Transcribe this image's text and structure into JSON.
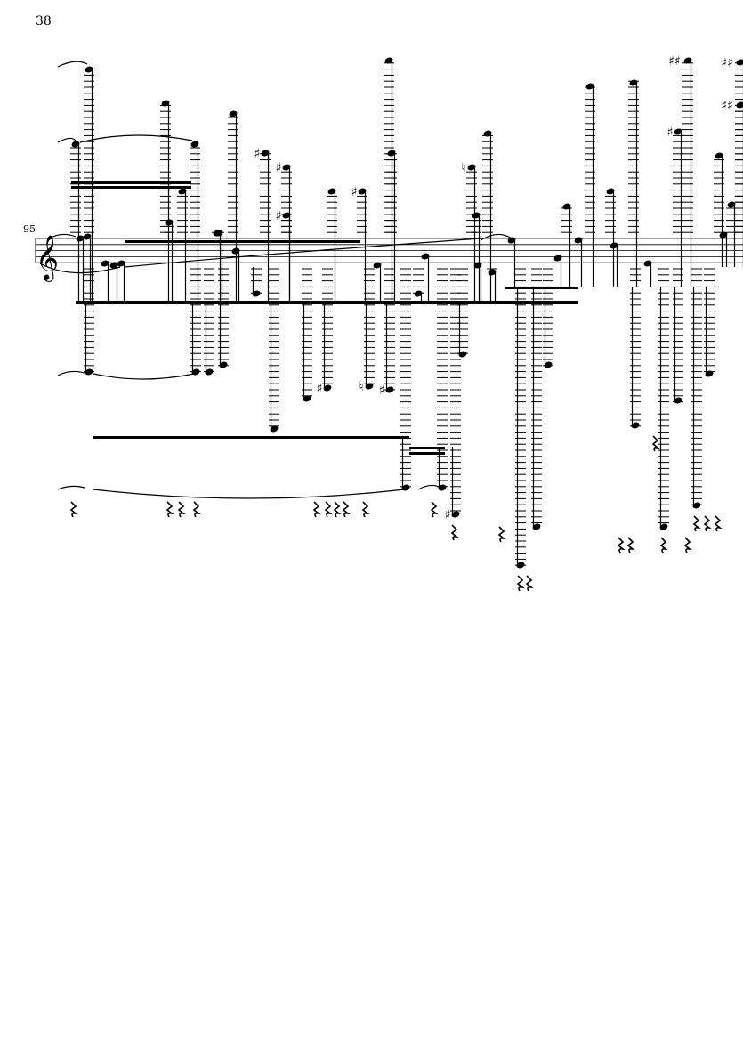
{
  "page": {
    "number": "38"
  },
  "system": {
    "measure_number": "95",
    "clef": "treble",
    "clef_glyph": "𝄞"
  },
  "colors": {
    "ink": "#000000",
    "paper": "#ffffff"
  }
}
